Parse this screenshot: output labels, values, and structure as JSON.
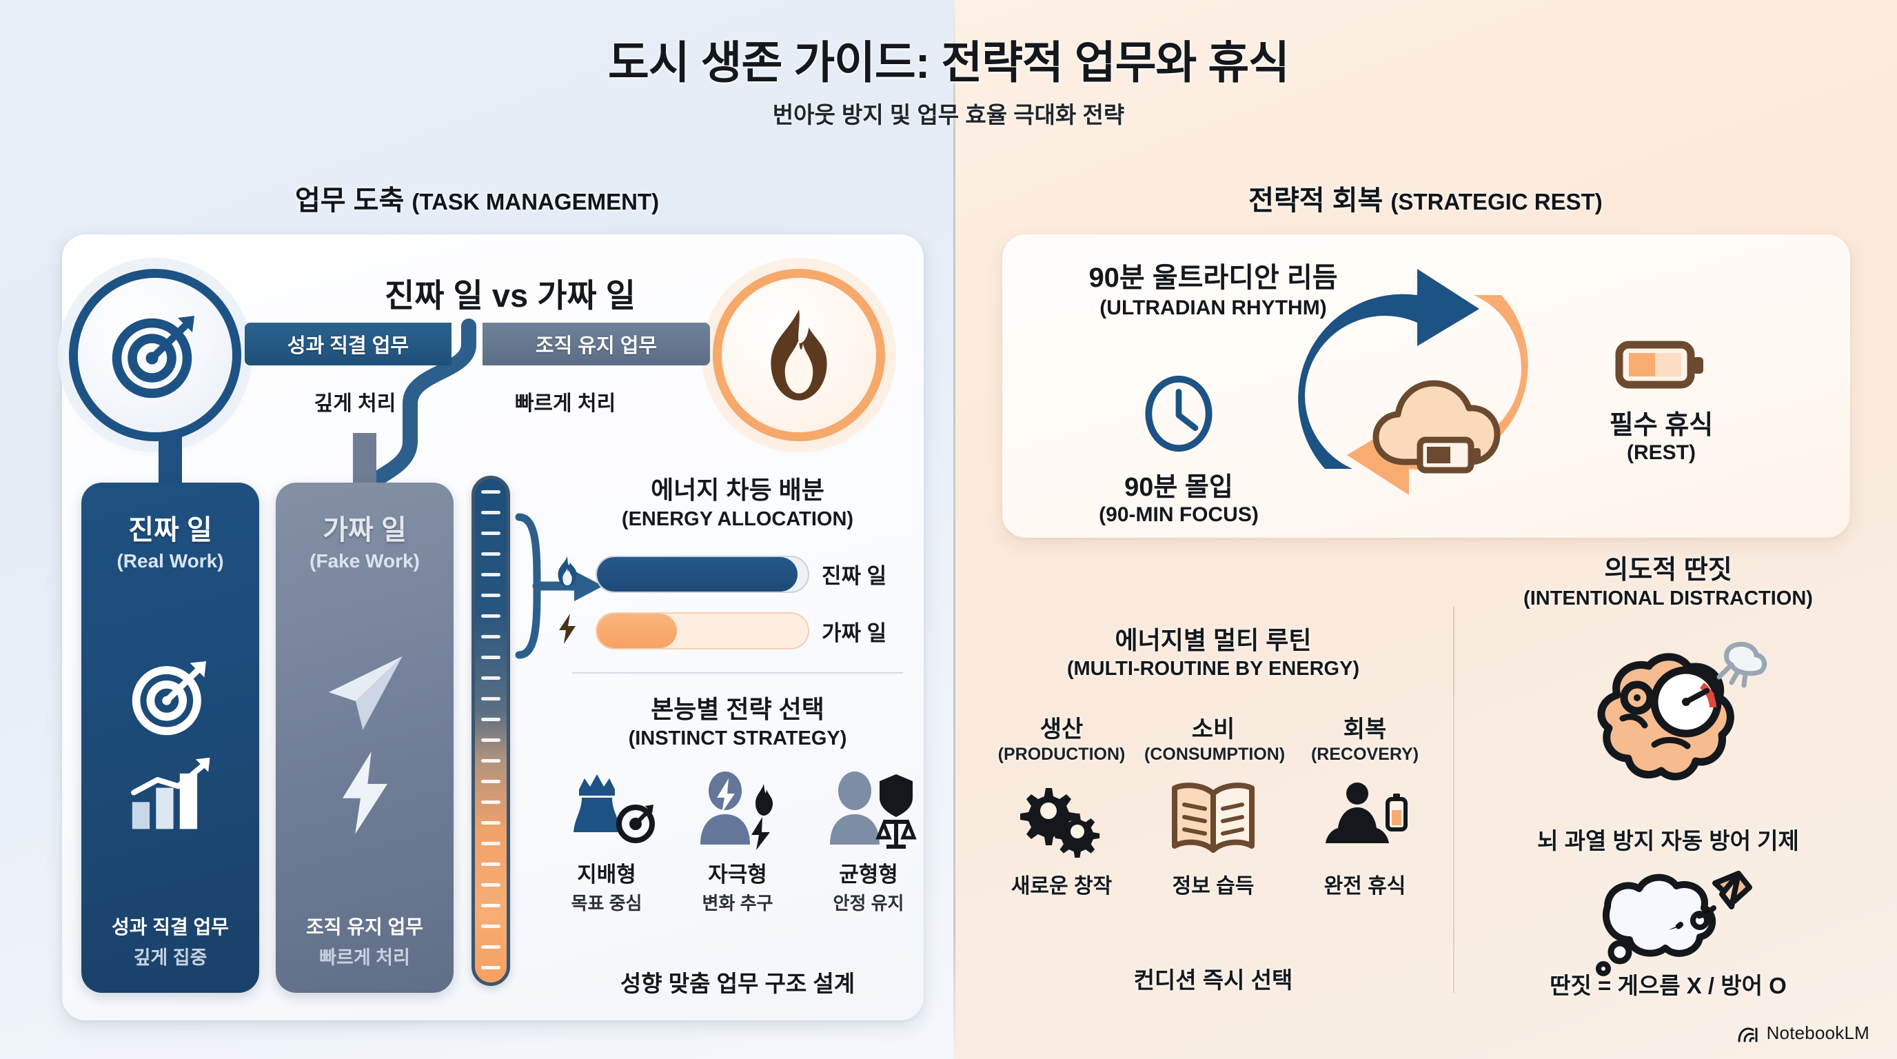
{
  "header": {
    "title": "도시 생존 가이드: 전략적 업무와 휴식",
    "subtitle": "번아웃 방지 및 업무 효율 극대화 전략"
  },
  "panels": {
    "left": {
      "title_ko": "업무 도축 ",
      "title_en": "(TASK MANAGEMENT)"
    },
    "right": {
      "title_ko": "전략적 회복 ",
      "title_en": "(STRATEGIC REST)"
    }
  },
  "left_panel": {
    "vs_title": "진짜 일 vs 가짜 일",
    "ribbons": {
      "real": "성과 직결 업무",
      "fake": "조직 유지 업무"
    },
    "notes": {
      "real": "깊게 처리",
      "fake": "빠르게 처리"
    },
    "columns": [
      {
        "title": "진짜 일",
        "subtitle": "(Real Work)",
        "foot_line1": "성과 직결 업무",
        "foot_line2": "깊게 집중",
        "icons": [
          "target-icon",
          "growth-chart-icon"
        ]
      },
      {
        "title": "가짜 일",
        "subtitle": "(Fake Work)",
        "foot_line1": "조직 유지 업무",
        "foot_line2": "빠르게 처리",
        "icons": [
          "paper-plane-icon",
          "lightning-bolt-icon"
        ]
      }
    ],
    "energy": {
      "title_ko": "에너지 차등 배분",
      "title_en": "(ENERGY ALLOCATION)",
      "bars": [
        {
          "icon": "blue-flame-icon",
          "label": "진짜 일",
          "fill_pct": 95,
          "color": "#1d4a77"
        },
        {
          "icon": "bolt-icon",
          "label": "가짜 일",
          "fill_pct": 38,
          "color": "#f8a264"
        }
      ]
    },
    "instinct": {
      "title_ko": "본능별 전략 선택",
      "title_en": "(INSTINCT STRATEGY)",
      "items": [
        {
          "icon": "crowned-chess-piece-icon",
          "name": "지배형",
          "desc": "목표 중심"
        },
        {
          "icon": "person-lightning-icon",
          "name": "자극형",
          "desc": "변화 추구"
        },
        {
          "icon": "person-shield-scale-icon",
          "name": "균형형",
          "desc": "안정 유지"
        }
      ],
      "footer": "성향 맞춤 업무 구조 설계"
    }
  },
  "right_panel": {
    "rhythm": {
      "title_ko": "90분 울트라디안 리듬",
      "title_en": "(ULTRADIAN RHYTHM)",
      "focus": {
        "icon": "clock-icon",
        "label": "90분 몰입",
        "en": "(90-MIN FOCUS)"
      },
      "center_icon": "cloud-battery-icon",
      "rest": {
        "icon": "battery-icon",
        "label": "필수 휴식",
        "en": "(REST)"
      },
      "cycle_colors": {
        "work": "#1d5284",
        "rest": "#f8ac72"
      }
    },
    "multi": {
      "title_ko": "에너지별 멀티 루틴",
      "title_en": "(MULTI-ROUTINE BY ENERGY)",
      "items": [
        {
          "name": "생산",
          "en": "(PRODUCTION)",
          "icon": "gears-icon",
          "caption": "새로운 창작"
        },
        {
          "name": "소비",
          "en": "(CONSUMPTION)",
          "icon": "open-book-icon",
          "caption": "정보 습득"
        },
        {
          "name": "회복",
          "en": "(RECOVERY)",
          "icon": "meditation-battery-icon",
          "caption": "완전 휴식"
        }
      ],
      "footer": "컨디션 즉시 선택"
    },
    "distraction": {
      "title_ko": "의도적 딴짓",
      "title_en": "(INTENTIONAL DISTRACTION)",
      "brain_icon": "overheated-brain-icon",
      "caption1": "뇌 과열 방지 자동 방어 기제",
      "thought_icon": "thought-bubble-paper-plane-icon",
      "caption2": "딴짓 = 게으름 X / 방어 O"
    }
  },
  "watermark": {
    "label": "NotebookLM",
    "icon": "notebooklm-icon"
  },
  "colors": {
    "blue_dark": "#1d4a77",
    "blue_mid": "#2a638f",
    "slate": "#6f7d95",
    "orange": "#f8a264",
    "orange_light": "#fbb57c",
    "bg_left": "#e9eff7",
    "bg_right": "#fbe9db"
  }
}
